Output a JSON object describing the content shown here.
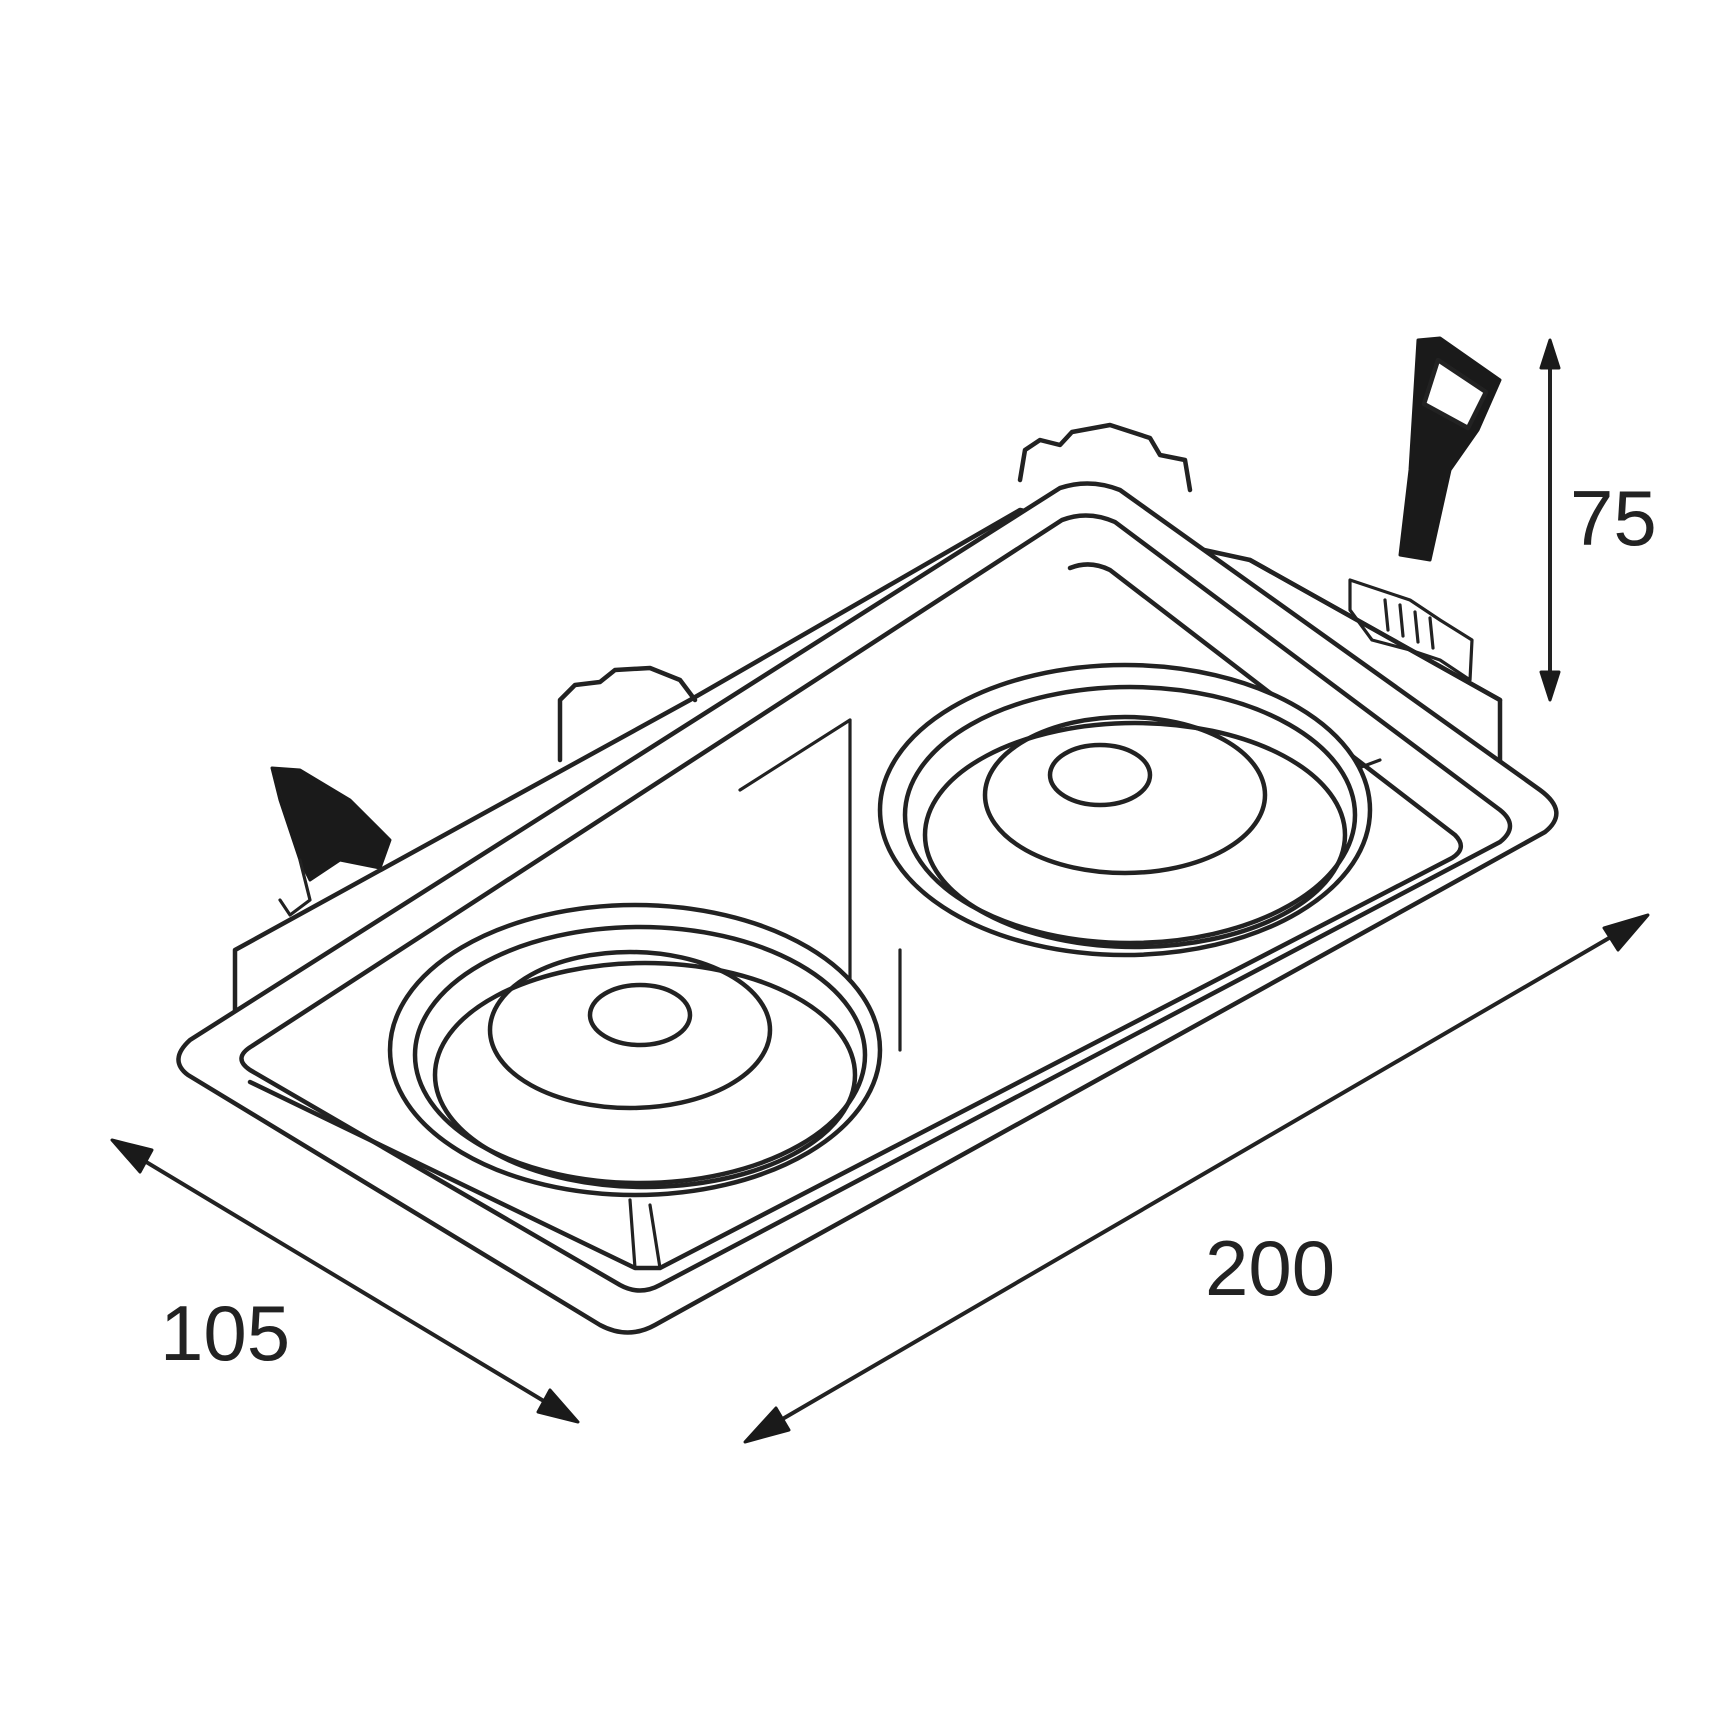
{
  "dimensions": {
    "width": {
      "value": "200"
    },
    "depth": {
      "value": "105"
    },
    "height": {
      "value": "75"
    }
  },
  "colors": {
    "ink": "#222222",
    "background": "#ffffff"
  }
}
